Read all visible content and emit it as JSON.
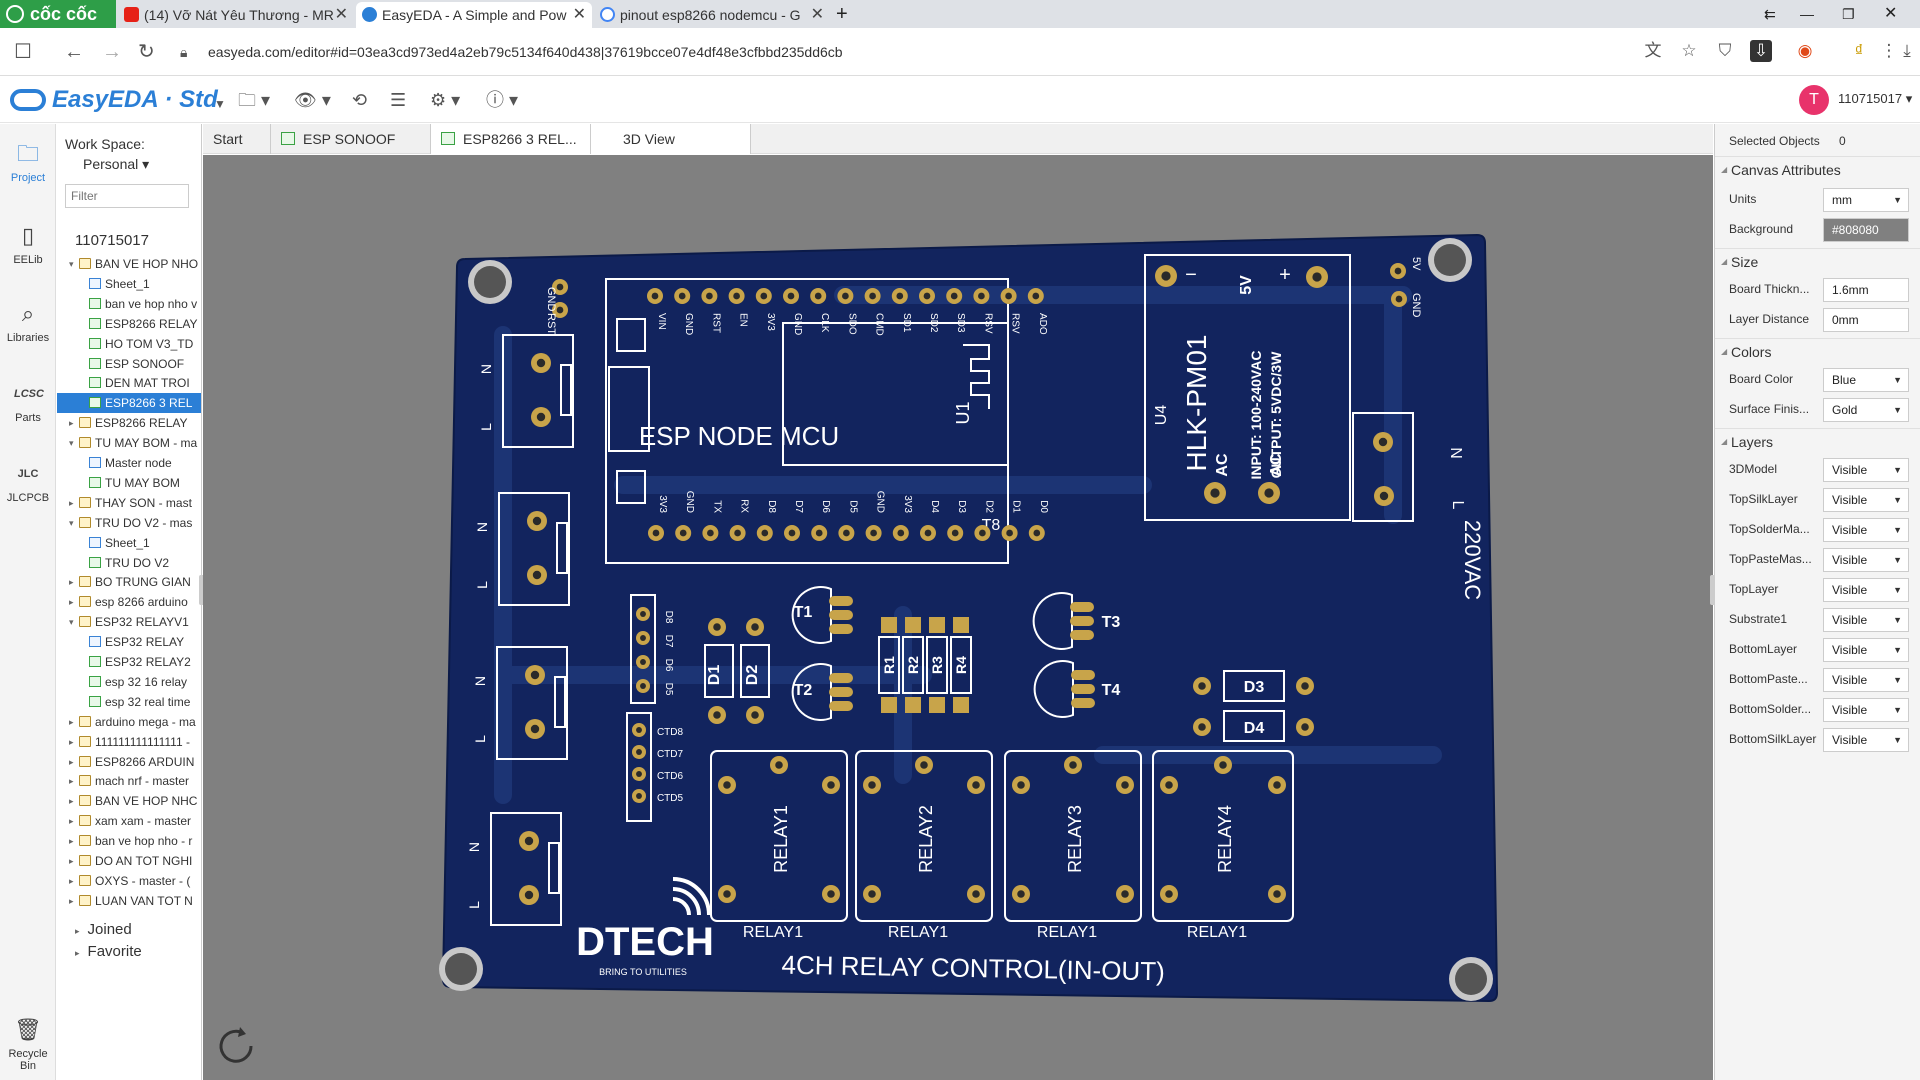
{
  "browser": {
    "logo": "cốc cốc",
    "tabs": [
      {
        "title": "(14) Vỡ Nát Yêu Thương - MR",
        "fav_color": "#e62117"
      },
      {
        "title": "EasyEDA - A Simple and Pow",
        "fav_color": "#2b7fd6"
      },
      {
        "title": "pinout esp8266 nodemcu - G",
        "fav_color": "#4285f4"
      }
    ],
    "new_tab": "+",
    "url": "easyeda.com/editor#id=03ea3cd973ed4a2eb79c5134f640d438|37619bcce07e4df48e3cfbbd235dd6cb"
  },
  "app": {
    "brand": "EasyEDA · Std",
    "user_initial": "T",
    "user_name": "110715017 ▾"
  },
  "rail": [
    {
      "label": "Project",
      "icon": "folder-icon"
    },
    {
      "label": "EELib",
      "icon": "chip-icon"
    },
    {
      "label": "Libraries",
      "icon": "search-icon"
    },
    {
      "label": "Parts",
      "icon": "lcsc-icon"
    },
    {
      "label": "JLCPCB",
      "icon": "jlc-icon"
    },
    {
      "label": "Recycle Bin",
      "icon": "trash-icon"
    }
  ],
  "panel": {
    "workspace_label": "Work Space:",
    "workspace_value": "Personal ▾",
    "filter_placeholder": "Filter",
    "root": "110715017",
    "tree": [
      {
        "label": "BAN VE HOP NHO",
        "type": "folder",
        "level": 1,
        "open": true
      },
      {
        "label": "Sheet_1",
        "type": "schem",
        "level": 2
      },
      {
        "label": "ban ve hop nho v",
        "type": "pcb",
        "level": 2
      },
      {
        "label": "ESP8266 RELAY",
        "type": "pcb",
        "level": 2
      },
      {
        "label": "HO TOM V3_TD",
        "type": "pcb",
        "level": 2
      },
      {
        "label": "ESP SONOOF",
        "type": "pcb",
        "level": 2
      },
      {
        "label": "DEN MAT TROI",
        "type": "pcb",
        "level": 2
      },
      {
        "label": "ESP8266 3 REL",
        "type": "pcb",
        "level": 2,
        "selected": true
      },
      {
        "label": "ESP8266 RELAY",
        "type": "folder",
        "level": 1
      },
      {
        "label": "TU MAY BOM - ma",
        "type": "folder",
        "level": 1,
        "open": true
      },
      {
        "label": "Master node",
        "type": "schem",
        "level": 2
      },
      {
        "label": "TU MAY BOM",
        "type": "pcb",
        "level": 2
      },
      {
        "label": "THAY SON - mast",
        "type": "folder",
        "level": 1
      },
      {
        "label": "TRU DO V2 - mas",
        "type": "folder",
        "level": 1,
        "open": true
      },
      {
        "label": "Sheet_1",
        "type": "schem",
        "level": 2
      },
      {
        "label": "TRU DO V2",
        "type": "pcb",
        "level": 2
      },
      {
        "label": "BO TRUNG GIAN",
        "type": "folder",
        "level": 1
      },
      {
        "label": "esp 8266 arduino",
        "type": "folder",
        "level": 1
      },
      {
        "label": "ESP32 RELAYV1",
        "type": "folder",
        "level": 1,
        "open": true
      },
      {
        "label": "ESP32 RELAY",
        "type": "schem",
        "level": 2
      },
      {
        "label": "ESP32 RELAY2",
        "type": "pcb",
        "level": 2
      },
      {
        "label": "esp 32 16 relay",
        "type": "pcb",
        "level": 2
      },
      {
        "label": "esp 32 real time",
        "type": "pcb",
        "level": 2
      },
      {
        "label": "arduino mega - ma",
        "type": "folder",
        "level": 1
      },
      {
        "label": "111111111111111 -",
        "type": "folder",
        "level": 1
      },
      {
        "label": "ESP8266 ARDUIN",
        "type": "folder",
        "level": 1
      },
      {
        "label": "mach nrf - master",
        "type": "folder",
        "level": 1
      },
      {
        "label": "BAN VE HOP NHC",
        "type": "folder",
        "level": 1
      },
      {
        "label": "xam xam - master",
        "type": "folder",
        "level": 1
      },
      {
        "label": "ban ve hop nho - r",
        "type": "folder",
        "level": 1
      },
      {
        "label": "DO AN TOT NGHI",
        "type": "folder",
        "level": 1
      },
      {
        "label": "OXYS - master - (",
        "type": "folder",
        "level": 1
      },
      {
        "label": "LUAN VAN TOT N",
        "type": "folder",
        "level": 1
      }
    ],
    "joined": "Joined",
    "favorite": "Favorite"
  },
  "doc_tabs": [
    {
      "label": "Start",
      "pcb": false
    },
    {
      "label": "ESP SONOOF",
      "pcb": true
    },
    {
      "label": "ESP8266 3 REL...",
      "pcb": true
    },
    {
      "label": "3D View",
      "pcb": false
    }
  ],
  "props": {
    "selected_objects_label": "Selected Objects",
    "selected_objects_count": "0",
    "sections": {
      "canvas": "Canvas Attributes",
      "size": "Size",
      "colors": "Colors",
      "layers": "Layers"
    },
    "units_label": "Units",
    "units": "mm",
    "background_label": "Background",
    "background": "#808080",
    "thickness_label": "Board Thickn...",
    "thickness": "1.6mm",
    "layer_distance_label": "Layer Distance",
    "layer_distance": "0mm",
    "board_color_label": "Board Color",
    "board_color": "Blue",
    "surface_label": "Surface Finis...",
    "surface": "Gold",
    "layers": [
      {
        "name": "3DModel",
        "value": "Visible"
      },
      {
        "name": "TopSilkLayer",
        "value": "Visible"
      },
      {
        "name": "TopSolderMa...",
        "value": "Visible"
      },
      {
        "name": "TopPasteMas...",
        "value": "Visible"
      },
      {
        "name": "TopLayer",
        "value": "Visible"
      },
      {
        "name": "Substrate1",
        "value": "Visible"
      },
      {
        "name": "BottomLayer",
        "value": "Visible"
      },
      {
        "name": "BottomPaste...",
        "value": "Visible"
      },
      {
        "name": "BottomSolder...",
        "value": "Visible"
      },
      {
        "name": "BottomSilkLayer",
        "value": "Visible"
      }
    ]
  },
  "pcb": {
    "colors": {
      "board": "#12245e",
      "silk": "#ffffff",
      "pad": "#c8a44a",
      "hole": "#2a2a2a",
      "trace": "#1c3474"
    },
    "nodemcu_title": "ESP NODE MCU",
    "u1": "U1",
    "t8": "T8",
    "top_pins": [
      "VIN",
      "GND",
      "RST",
      "EN",
      "3V3",
      "GND",
      "CLK",
      "SDO",
      "CMD",
      "SD1",
      "SD2",
      "SD3",
      "RSV",
      "RSV",
      "ADO"
    ],
    "bottom_pins": [
      "3V3",
      "GND",
      "TX",
      "RX",
      "D8",
      "D7",
      "D6",
      "D5",
      "GND",
      "3V3",
      "D4",
      "D3",
      "D2",
      "D1",
      "D0"
    ],
    "hlk_title": "HLK-PM01",
    "hlk_u4": "U4",
    "hlk_input": "INPUT: 100-240VAC",
    "hlk_output": "OUTPUT: 5VDC/3W",
    "hlk_5v": "5V",
    "hlk_minus": "−",
    "hlk_plus": "+",
    "ac1": "AC",
    "ac2": "AC",
    "gnd_rst": [
      "GND",
      "RST"
    ],
    "v5_gnd": [
      "5V",
      "GND"
    ],
    "ac_in": "220VAC",
    "n_label": "N",
    "l_label": "L",
    "transistors": [
      "T1",
      "T2",
      "T3",
      "T4"
    ],
    "diodes": [
      "D1",
      "D2",
      "D3",
      "D4"
    ],
    "resistors": [
      "R1",
      "R2",
      "R3",
      "R4"
    ],
    "header_pins": [
      "D8",
      "D7",
      "D6",
      "D5"
    ],
    "ctd_pins": [
      "CTD8",
      "CTD7",
      "CTD6",
      "CTD5"
    ],
    "relays": [
      "RELAY1",
      "RELAY2",
      "RELAY3",
      "RELAY4"
    ],
    "relay_bottom_labels": [
      "RELAY1",
      "RELAY1",
      "RELAY1",
      "RELAY1"
    ],
    "brand": "DTECH",
    "tagline": "BRING TO UTILITIES",
    "board_title": "4CH RELAY CONTROL(IN-OUT)"
  }
}
